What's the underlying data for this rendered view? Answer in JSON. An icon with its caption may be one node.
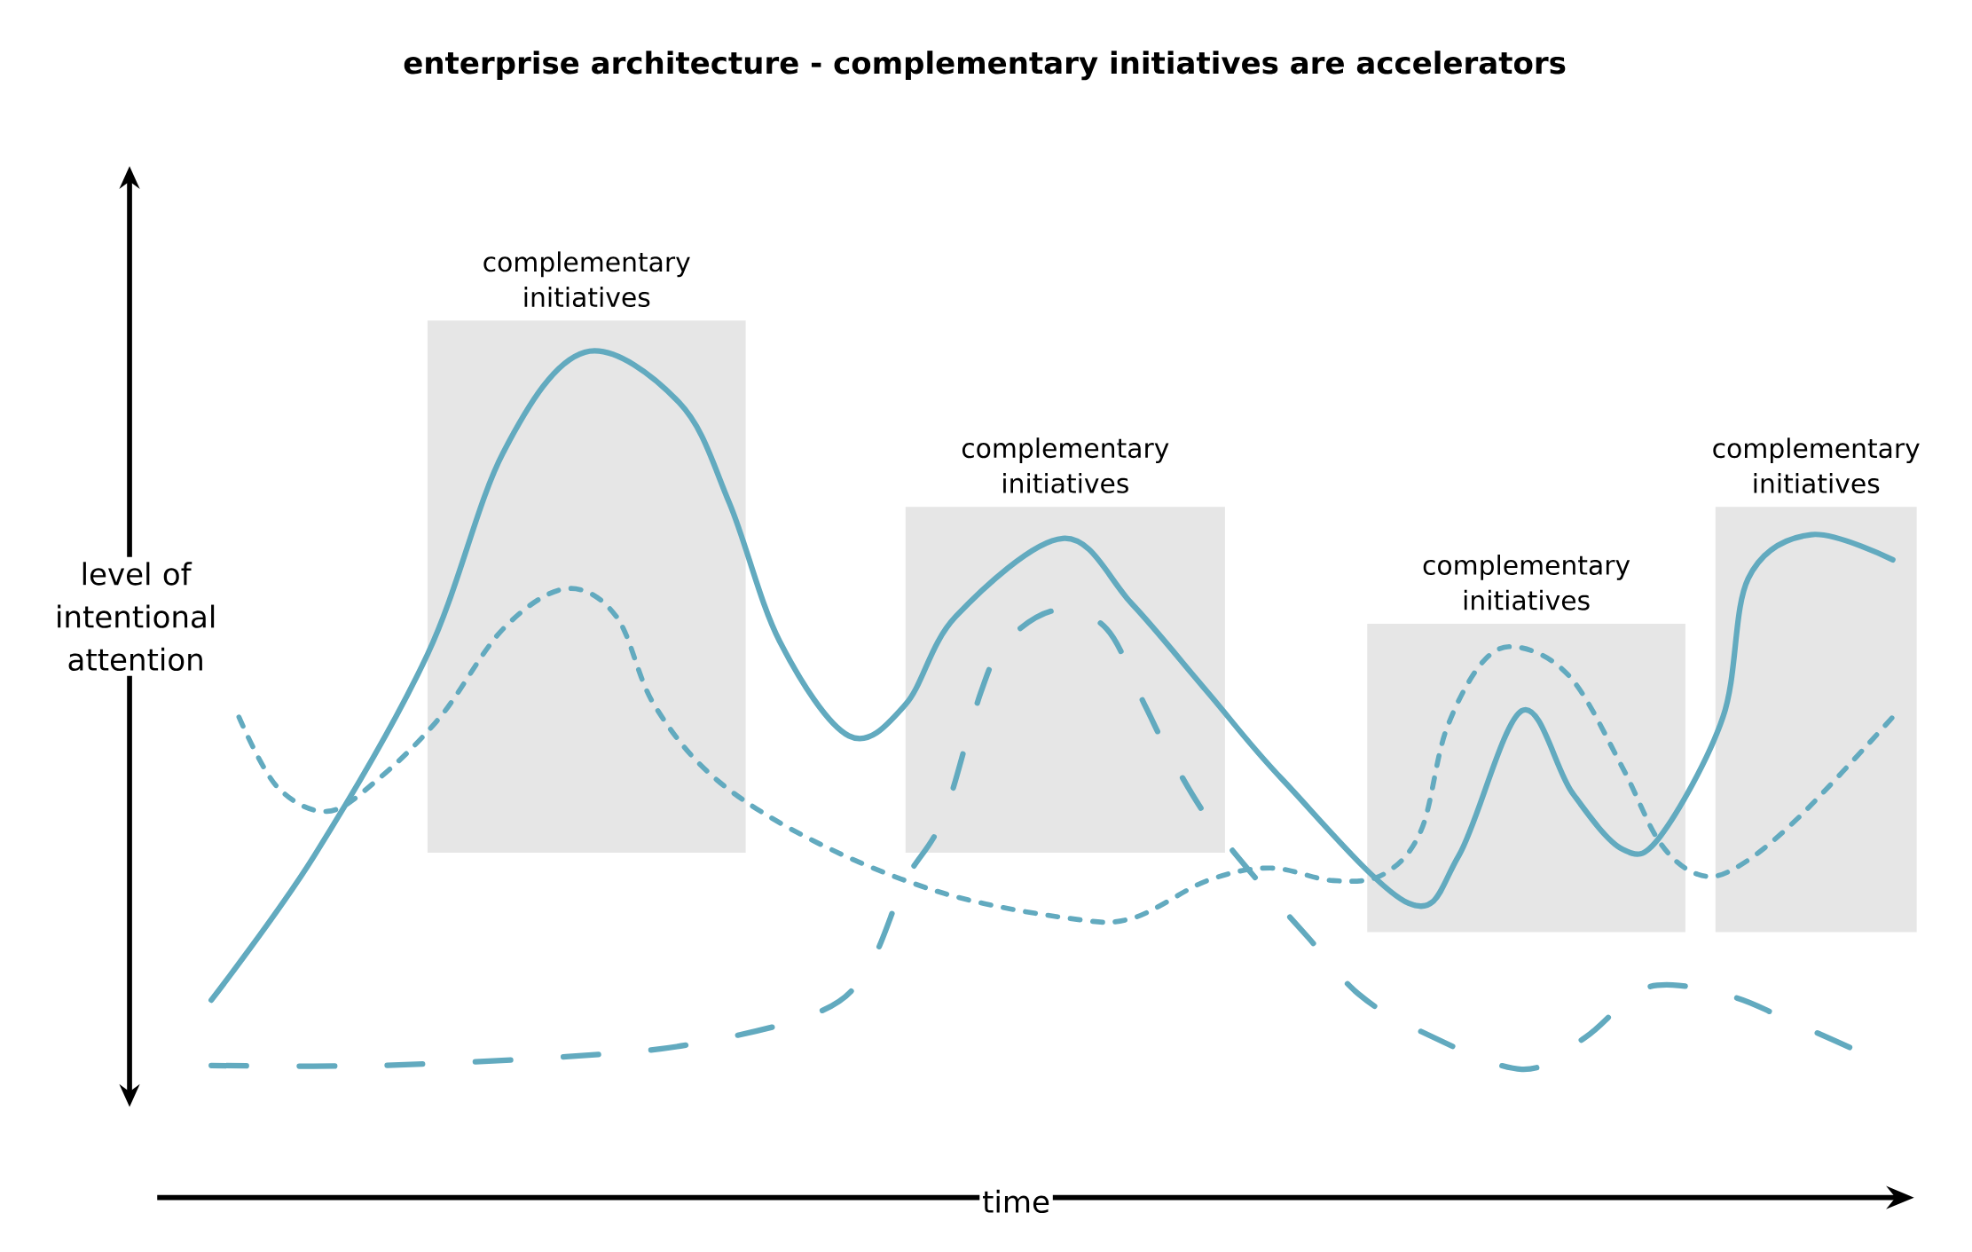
{
  "diagram": {
    "title": "enterprise architecture - complementary initiatives are accelerators",
    "nodes": [
      {
        "text": [
          "complementary initiatives"
        ]
      },
      {
        "text": [
          "complementary initiatives"
        ]
      },
      {
        "text": [
          "complementary initiatives"
        ]
      },
      {
        "text": [
          "complementary initiatives"
        ]
      }
    ],
    "labels": [
      "level of intentional attention",
      "time"
    ]
  }
}
